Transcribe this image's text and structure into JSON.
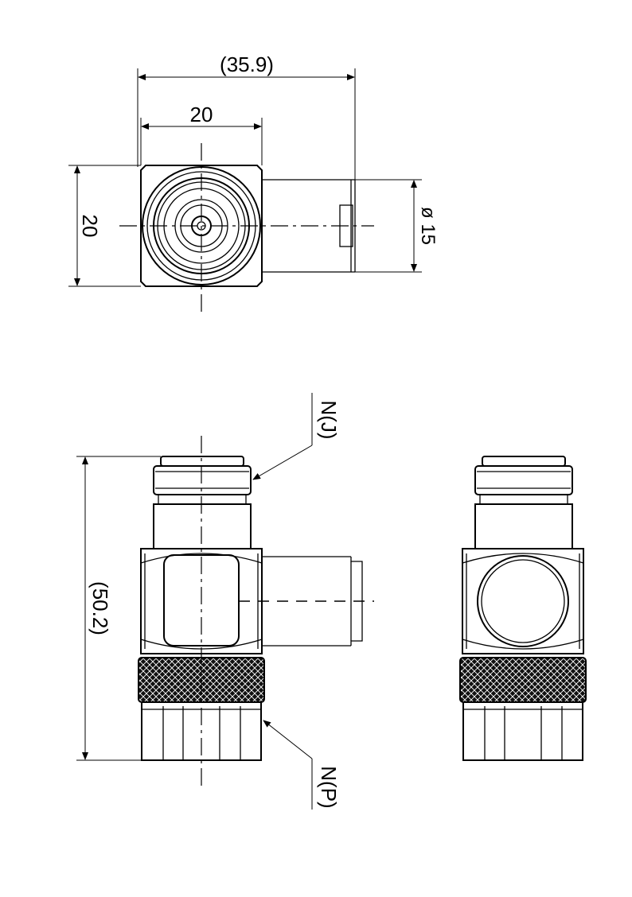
{
  "dimensions": {
    "overall_width": "(35.9)",
    "body_width": "20",
    "body_height": "20",
    "cable_diameter": "ø 15",
    "overall_length": "(50.2)"
  },
  "callouts": {
    "jack": "N(J)",
    "plug": "N(P)"
  },
  "colors": {
    "line": "#000000",
    "background": "#ffffff"
  }
}
